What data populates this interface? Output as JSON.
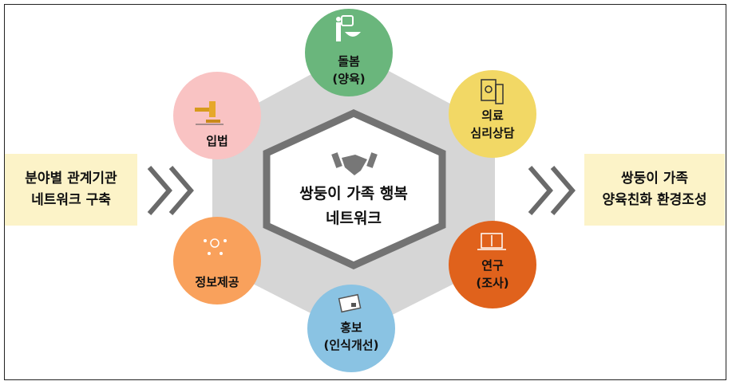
{
  "center": {
    "line1": "쌍둥이 가족 행복",
    "line2": "네트워크",
    "icon": "handshake-icon"
  },
  "left_box": {
    "line1": "분야별 관계기관",
    "line2": "네트워크 구축"
  },
  "right_box": {
    "line1": "쌍둥이 가족",
    "line2": "양육친화 환경조성"
  },
  "nodes": [
    {
      "line1": "돌봄",
      "line2": "(양육)",
      "color": "#6ab67c",
      "icon": "caregiver-icon"
    },
    {
      "line1": "의료",
      "line2": "심리상담",
      "color": "#f2d865",
      "icon": "medical-chart-icon"
    },
    {
      "line1": "연구",
      "line2": "(조사)",
      "color": "#e0621c",
      "icon": "laptop-book-icon"
    },
    {
      "line1": "홍보",
      "line2": "(인식개선)",
      "color": "#8ac3e3",
      "icon": "newspaper-icon"
    },
    {
      "line1": "정보제공",
      "line2": "",
      "color": "#f9a15c",
      "icon": "idea-network-icon"
    },
    {
      "line1": "입법",
      "line2": "",
      "color": "#f9c3c3",
      "icon": "gavel-icon"
    }
  ],
  "colors": {
    "hexagon_outer": "#d6d6d6",
    "hexagon_border": "#737373",
    "box_bg": "#fcf3c8"
  }
}
